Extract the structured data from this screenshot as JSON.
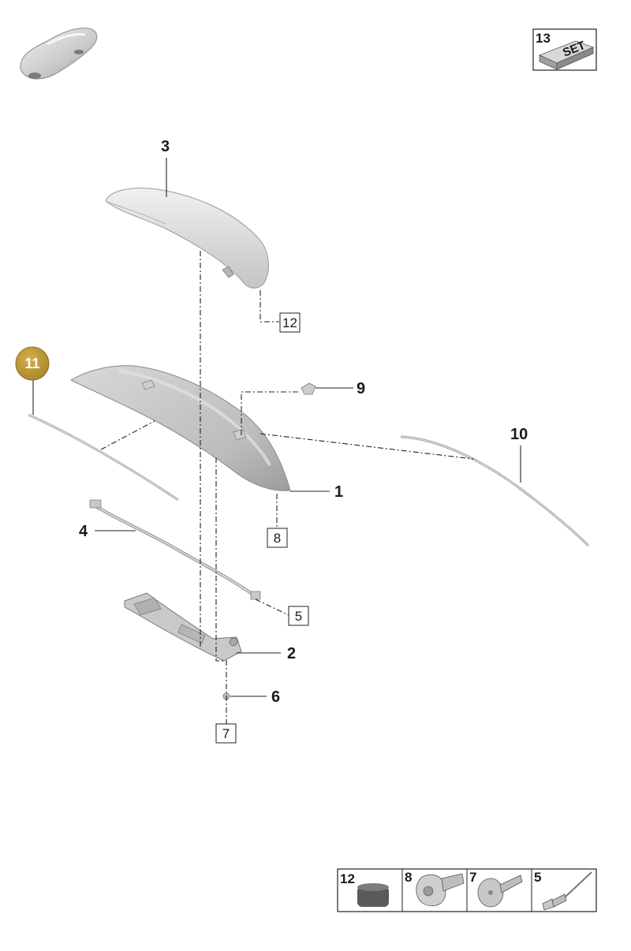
{
  "callouts": {
    "c1": "1",
    "c2": "2",
    "c3": "3",
    "c4": "4",
    "c6": "6",
    "c9": "9",
    "c10": "10",
    "c11": "11"
  },
  "boxed_refs": {
    "b5": "5",
    "b7": "7",
    "b8": "8",
    "b12": "12"
  },
  "set_badge": {
    "number": "13",
    "label": "SET"
  },
  "legend": [
    {
      "number": "12",
      "icon": "cap-nut-icon"
    },
    {
      "number": "8",
      "icon": "torx-screw-icon"
    },
    {
      "number": "7",
      "icon": "expanding-rivet-icon"
    },
    {
      "number": "5",
      "icon": "blind-rivet-icon"
    }
  ],
  "colors": {
    "badge_gold": "#b8952e",
    "part_gray": "#d4d4d4",
    "part_dark": "#9a9a9a",
    "line": "#222222"
  },
  "icons": {
    "vehicle": "car-silhouette-icon",
    "set": "set-box-icon"
  }
}
